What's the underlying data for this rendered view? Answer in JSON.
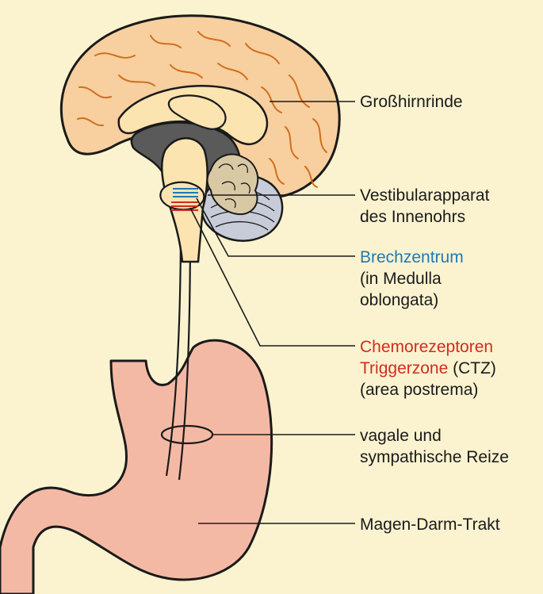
{
  "colors": {
    "background": "#fbf3d0",
    "cortex": "#f8cf9e",
    "stomach": "#f4b9a4",
    "brainstem": "#fbe4b0",
    "ventricle": "#5a5a5a",
    "cerebellum": "#c7ccd8",
    "outline": "#1a1a1a",
    "brechzentrum": "#1f78b4",
    "ctz": "#d42a1f"
  },
  "labels": {
    "grosshirnrinde": "Großhirnrinde",
    "vestibular_line1": "Vestibularapparat",
    "vestibular_line2": "des Innenohrs",
    "brech_line1": "Brechzentrum",
    "brech_line2": "(in Medulla",
    "brech_line3": "oblongata)",
    "chemo_line1": "Chemorezeptoren",
    "chemo_line2_colored": "Triggerzone",
    "chemo_line2_rest": " (CTZ)",
    "chemo_line3": "(area postrema)",
    "vagal_line1": "vagale und",
    "vagal_line2": "sympathische Reize",
    "magen": "Magen-Darm-Trakt"
  }
}
